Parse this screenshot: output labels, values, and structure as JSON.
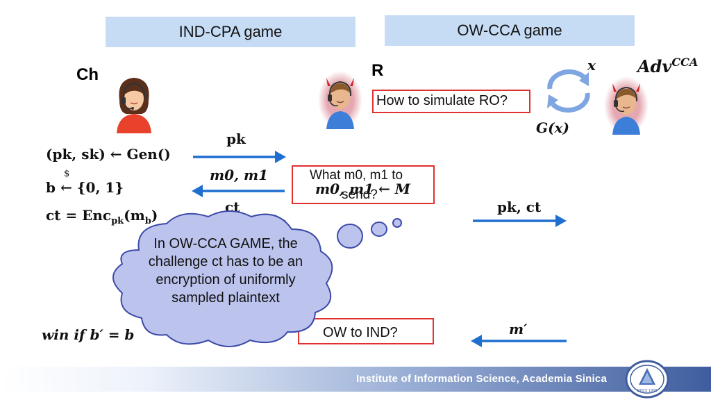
{
  "titles": {
    "ind_cpa": "IND-CPA game",
    "ow_cca": "OW-CCA game"
  },
  "actors": {
    "challenger": "Ch",
    "reduction": "R",
    "adversary_base": "Adv",
    "adversary_sup": "CCA"
  },
  "labels": {
    "x": "x",
    "g_of_x": "G(x)",
    "pk": "pk",
    "m0_m1": "m0, m1",
    "ct": "ct",
    "pk_ct": "pk, ct",
    "m_prime": "m′",
    "sample": "m0, m1 ← M"
  },
  "challenger_steps": {
    "gen": "(pk, sk) ← Gen()",
    "b_sample_dollar": "$",
    "b_sample": "b ← {0, 1}",
    "enc": "ct = Enc",
    "enc_sub": "pk",
    "enc_arg": "(m",
    "enc_arg_sub": "b",
    "enc_close": ")",
    "win": "win if b′ = b"
  },
  "boxes": {
    "simulate_ro": "How to simulate RO?",
    "what_send_line1": "What m0, m1 to",
    "what_send_line2": "send?",
    "ow_to_ind": "OW to IND?"
  },
  "thought_cloud": {
    "text": "In OW-CCA GAME, the challenge ct has to be an encryption of uniformly sampled plaintext"
  },
  "footer": {
    "institute": "Institute of Information Science, Academia Sinica",
    "logo_text": "SINCE 1955"
  },
  "colors": {
    "arrow_blue": "#1e6fd0",
    "box_red": "#e03030",
    "title_box": "#c6dcf5",
    "cloud_fill": "#bcc4ee",
    "cloud_stroke": "#3c4aa8"
  }
}
